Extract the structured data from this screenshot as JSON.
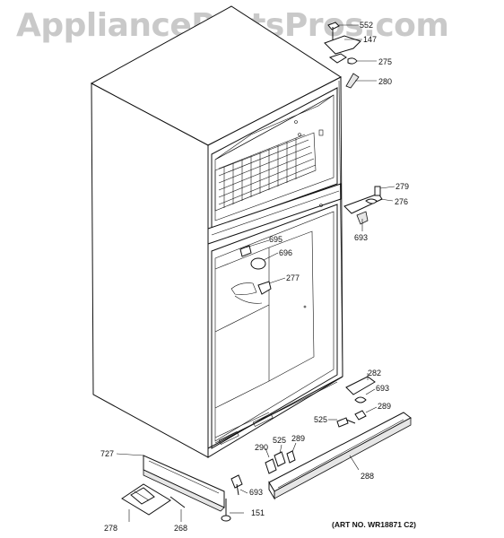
{
  "watermark": "AppliancePartsPros.com",
  "art_number": "(ART NO. WR18871 C2)",
  "parts": [
    {
      "id": "p552",
      "label": "552"
    },
    {
      "id": "p147",
      "label": "147"
    },
    {
      "id": "p275",
      "label": "275"
    },
    {
      "id": "p280",
      "label": "280"
    },
    {
      "id": "p279",
      "label": "279"
    },
    {
      "id": "p276",
      "label": "276"
    },
    {
      "id": "p693a",
      "label": "693"
    },
    {
      "id": "p695",
      "label": "695"
    },
    {
      "id": "p696",
      "label": "696"
    },
    {
      "id": "p277",
      "label": "277"
    },
    {
      "id": "p282",
      "label": "282"
    },
    {
      "id": "p693b",
      "label": "693"
    },
    {
      "id": "p289a",
      "label": "289"
    },
    {
      "id": "p525a",
      "label": "525"
    },
    {
      "id": "p727",
      "label": "727"
    },
    {
      "id": "p290",
      "label": "290"
    },
    {
      "id": "p525b",
      "label": "525"
    },
    {
      "id": "p289b",
      "label": "289"
    },
    {
      "id": "p288",
      "label": "288"
    },
    {
      "id": "p693c",
      "label": "693"
    },
    {
      "id": "p151",
      "label": "151"
    },
    {
      "id": "p278",
      "label": "278"
    },
    {
      "id": "p268",
      "label": "268"
    }
  ]
}
